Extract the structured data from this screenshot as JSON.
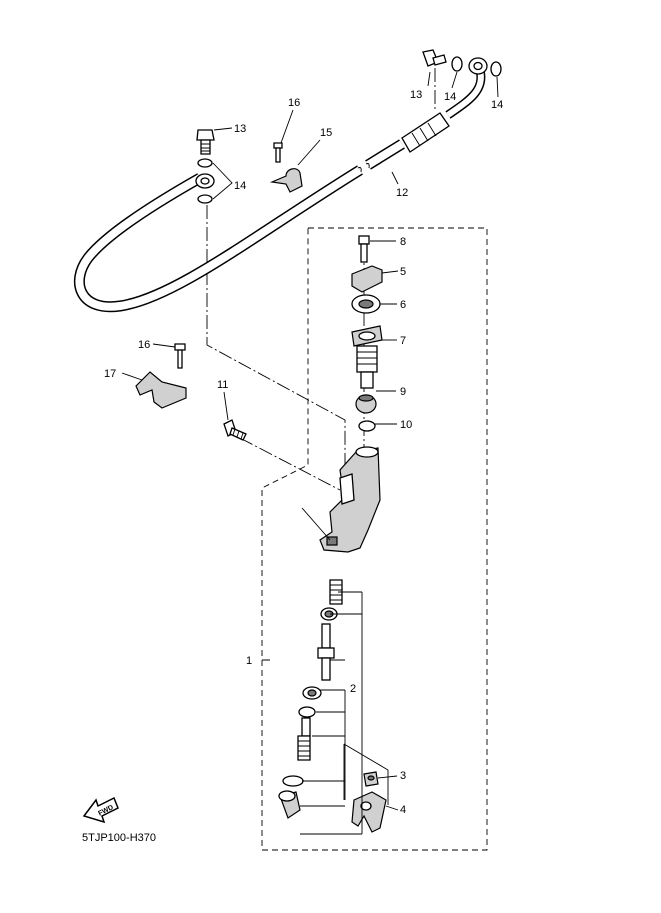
{
  "diagram": {
    "code": "5TJP100-H370",
    "fwd_label": "FWD",
    "callouts": {
      "c1": "1",
      "c2": "2",
      "c3": "3",
      "c4": "4",
      "c5": "5",
      "c6": "6",
      "c7": "7",
      "c8": "8",
      "c9": "9",
      "c10": "10",
      "c11": "11",
      "c12": "12",
      "c13a": "13",
      "c13b": "13",
      "c14a": "14",
      "c14b": "14",
      "c14c": "14",
      "c15": "15",
      "c16a": "16",
      "c16b": "16",
      "c17": "17"
    }
  }
}
